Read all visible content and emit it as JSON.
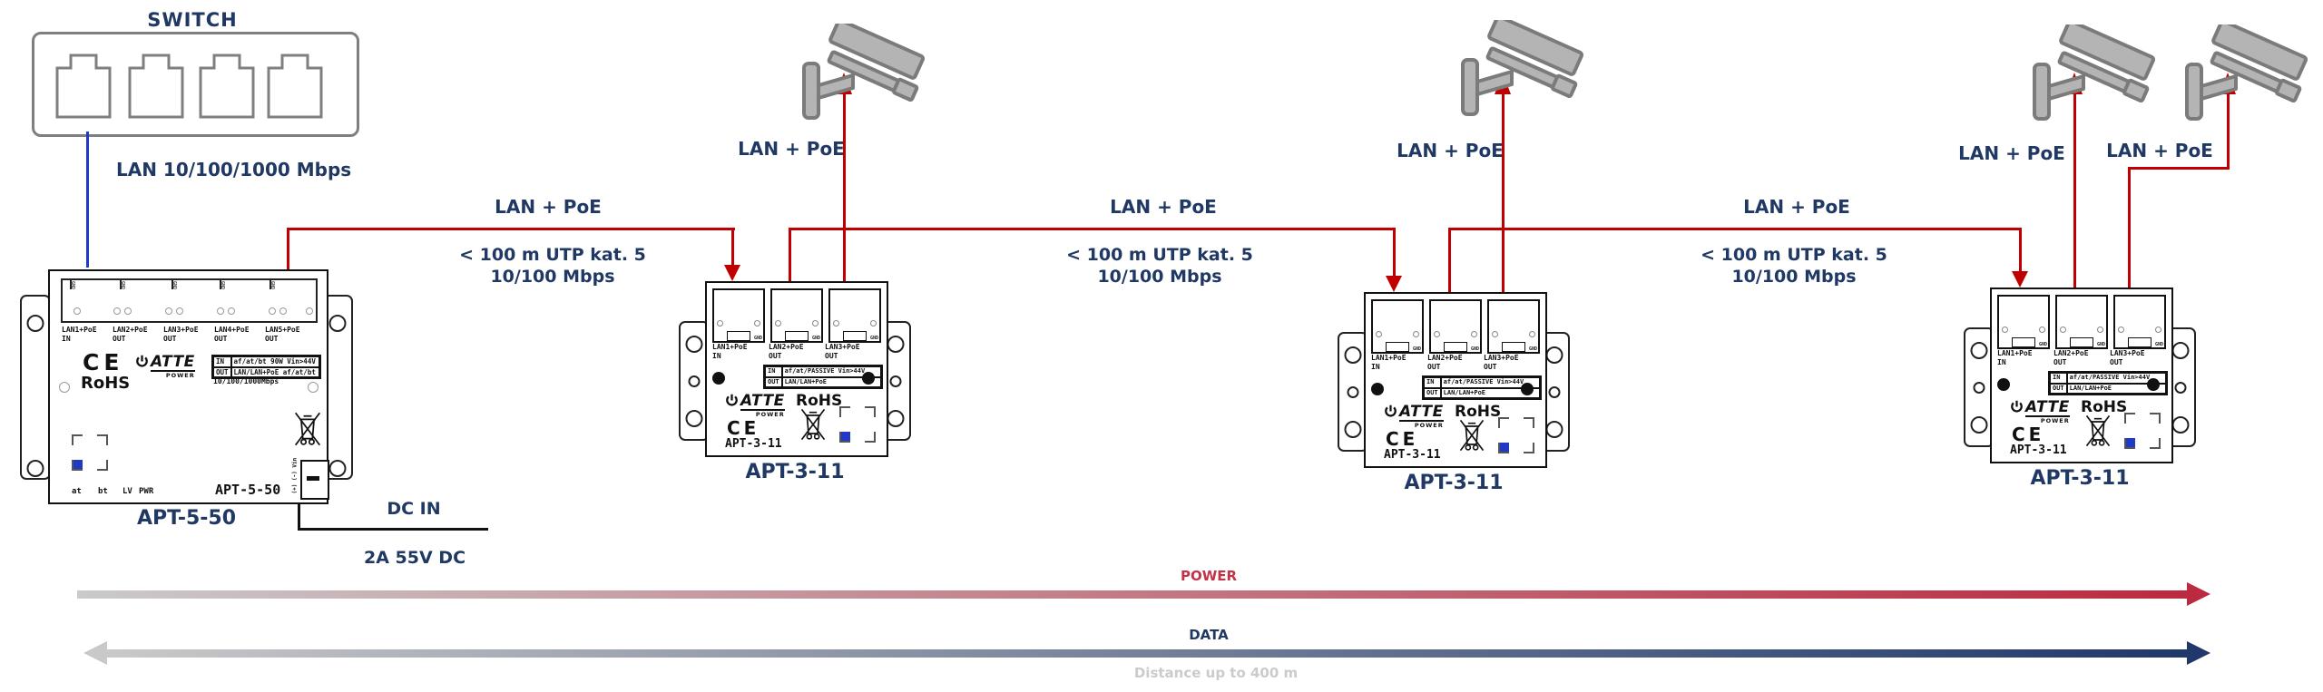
{
  "colors": {
    "navy_text": "#1F3864",
    "poe_line_red": "#C00000",
    "switch_line_blue": "#2139C7",
    "power_label_red": "#C23249",
    "camera_gray": "#B4B4B4",
    "distance_gray": "#CBCBCB"
  },
  "switch": {
    "label": "SWITCH",
    "port_count": 4,
    "link_label": "LAN 10/100/1000 Mbps"
  },
  "links": [
    {
      "lan_poe": "LAN + PoE",
      "utp": "< 100 m UTP kat. 5",
      "speed": "10/100 Mbps"
    },
    {
      "lan_poe": "LAN + PoE",
      "utp": "< 100 m UTP kat. 5",
      "speed": "10/100 Mbps"
    },
    {
      "lan_poe": "LAN + PoE",
      "utp": "< 100 m UTP kat. 5",
      "speed": "10/100 Mbps"
    }
  ],
  "cameras": [
    {
      "label": "LAN + PoE"
    },
    {
      "label": "LAN + PoE"
    },
    {
      "label": "LAN + PoE"
    },
    {
      "label": "LAN + PoE"
    }
  ],
  "dc": {
    "label": "DC IN",
    "rating": "2A 55V DC"
  },
  "apt550": {
    "name": "APT-5-50",
    "print": "APT-5-50",
    "ports": [
      {
        "line1": "LAN1+PoE",
        "line2": "IN"
      },
      {
        "line1": "LAN2+PoE",
        "line2": "OUT"
      },
      {
        "line1": "LAN3+PoE",
        "line2": "OUT"
      },
      {
        "line1": "LAN4+PoE",
        "line2": "OUT"
      },
      {
        "line1": "LAN5+PoE",
        "line2": "OUT"
      }
    ],
    "ce": "CE",
    "rohs": "RoHS",
    "brand": "ATTE",
    "brand_sub": "POWER",
    "spec": {
      "in_key": "IN",
      "in_value": "af/at/bt 90W Vin>44V",
      "out_key": "OUT",
      "out_value": "LAN/LAN+PoE af/at/bt",
      "speed": "10/100/1000Mbps"
    },
    "dip": {
      "at": "at",
      "bt": "bt",
      "lv": "LV",
      "pwr": "PWR"
    },
    "dc_pins": "(+) (-) Vin"
  },
  "apt311": {
    "name": "APT-3-11",
    "print": "APT-3-11",
    "ports": [
      {
        "line1": "LAN1+PoE",
        "line2": "IN"
      },
      {
        "line1": "LAN2+PoE",
        "line2": "OUT"
      },
      {
        "line1": "LAN3+PoE",
        "line2": "OUT"
      }
    ],
    "ce": "CE",
    "rohs": "RoHS",
    "brand": "ATTE",
    "brand_sub": "POWER",
    "spec": {
      "in_key": "IN",
      "in_value": "af/at/PASSIVE Vin>44V",
      "out_key": "OUT",
      "out_value": "LAN/LAN+PoE"
    }
  },
  "flow": {
    "power": "POWER",
    "data": "DATA",
    "distance": "Distance up to 400 m"
  },
  "micro": {
    "gnd": "GND"
  }
}
